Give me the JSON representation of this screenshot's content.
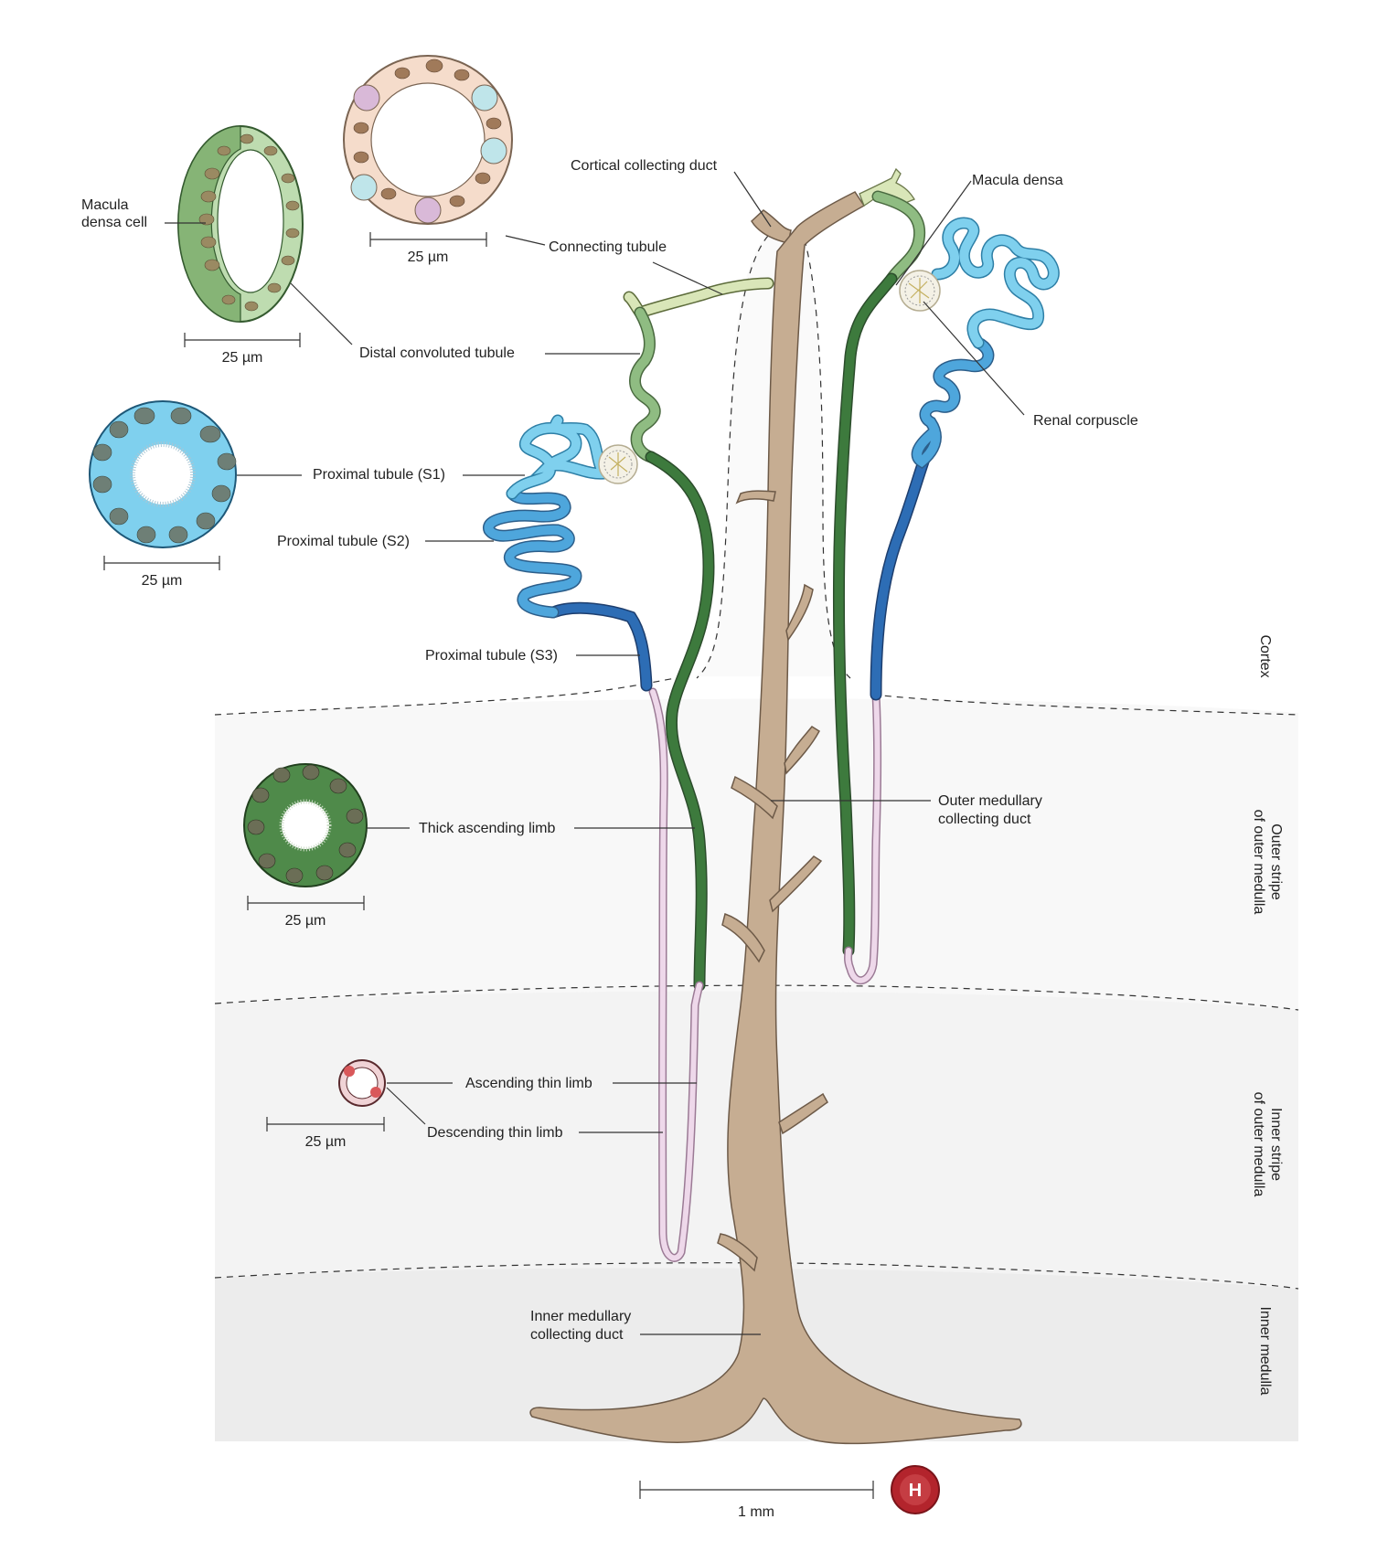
{
  "labels": {
    "cortical_collecting_duct": "Cortical collecting duct",
    "macula_densa": "Macula densa",
    "connecting_tubule": "Connecting tubule",
    "macula_densa_cell_1": "Macula",
    "macula_densa_cell_2": "densa cell",
    "distal_convoluted_tubule": "Distal convoluted tubule",
    "renal_corpuscle": "Renal corpuscle",
    "proximal_s1": "Proximal tubule (S1)",
    "proximal_s2": "Proximal tubule (S2)",
    "proximal_s3": "Proximal tubule (S3)",
    "thick_ascending_limb": "Thick ascending limb",
    "outer_medullary_cd_1": "Outer medullary",
    "outer_medullary_cd_2": "collecting duct",
    "ascending_thin_limb": "Ascending thin limb",
    "descending_thin_limb": "Descending thin limb",
    "inner_medullary_cd_1": "Inner medullary",
    "inner_medullary_cd_2": "collecting duct"
  },
  "scale_bars": {
    "dct": "25 µm",
    "connecting": "25 µm",
    "proximal": "25 µm",
    "thick": "25 µm",
    "thin": "25 µm",
    "main": "1 mm"
  },
  "zones": {
    "cortex": "Cortex",
    "outer_stripe_1": "Outer stripe",
    "outer_stripe_2": "of outer medulla",
    "inner_stripe_1": "Inner stripe",
    "inner_stripe_2": "of outer medulla",
    "inner_medulla": "Inner medulla"
  },
  "logo": {
    "letter": "H"
  },
  "colors": {
    "collecting_duct": "#c6ad92",
    "distal_tubule": "#8fbc82",
    "connecting_tubule": "#d9e6b8",
    "thick_limb": "#3d7a3d",
    "proximal_s1": "#7fd0ee",
    "proximal_s2": "#4ea6dc",
    "proximal_s3": "#2d6db5",
    "thin_limb": "#eed8ea",
    "logo": "#b3242c"
  }
}
